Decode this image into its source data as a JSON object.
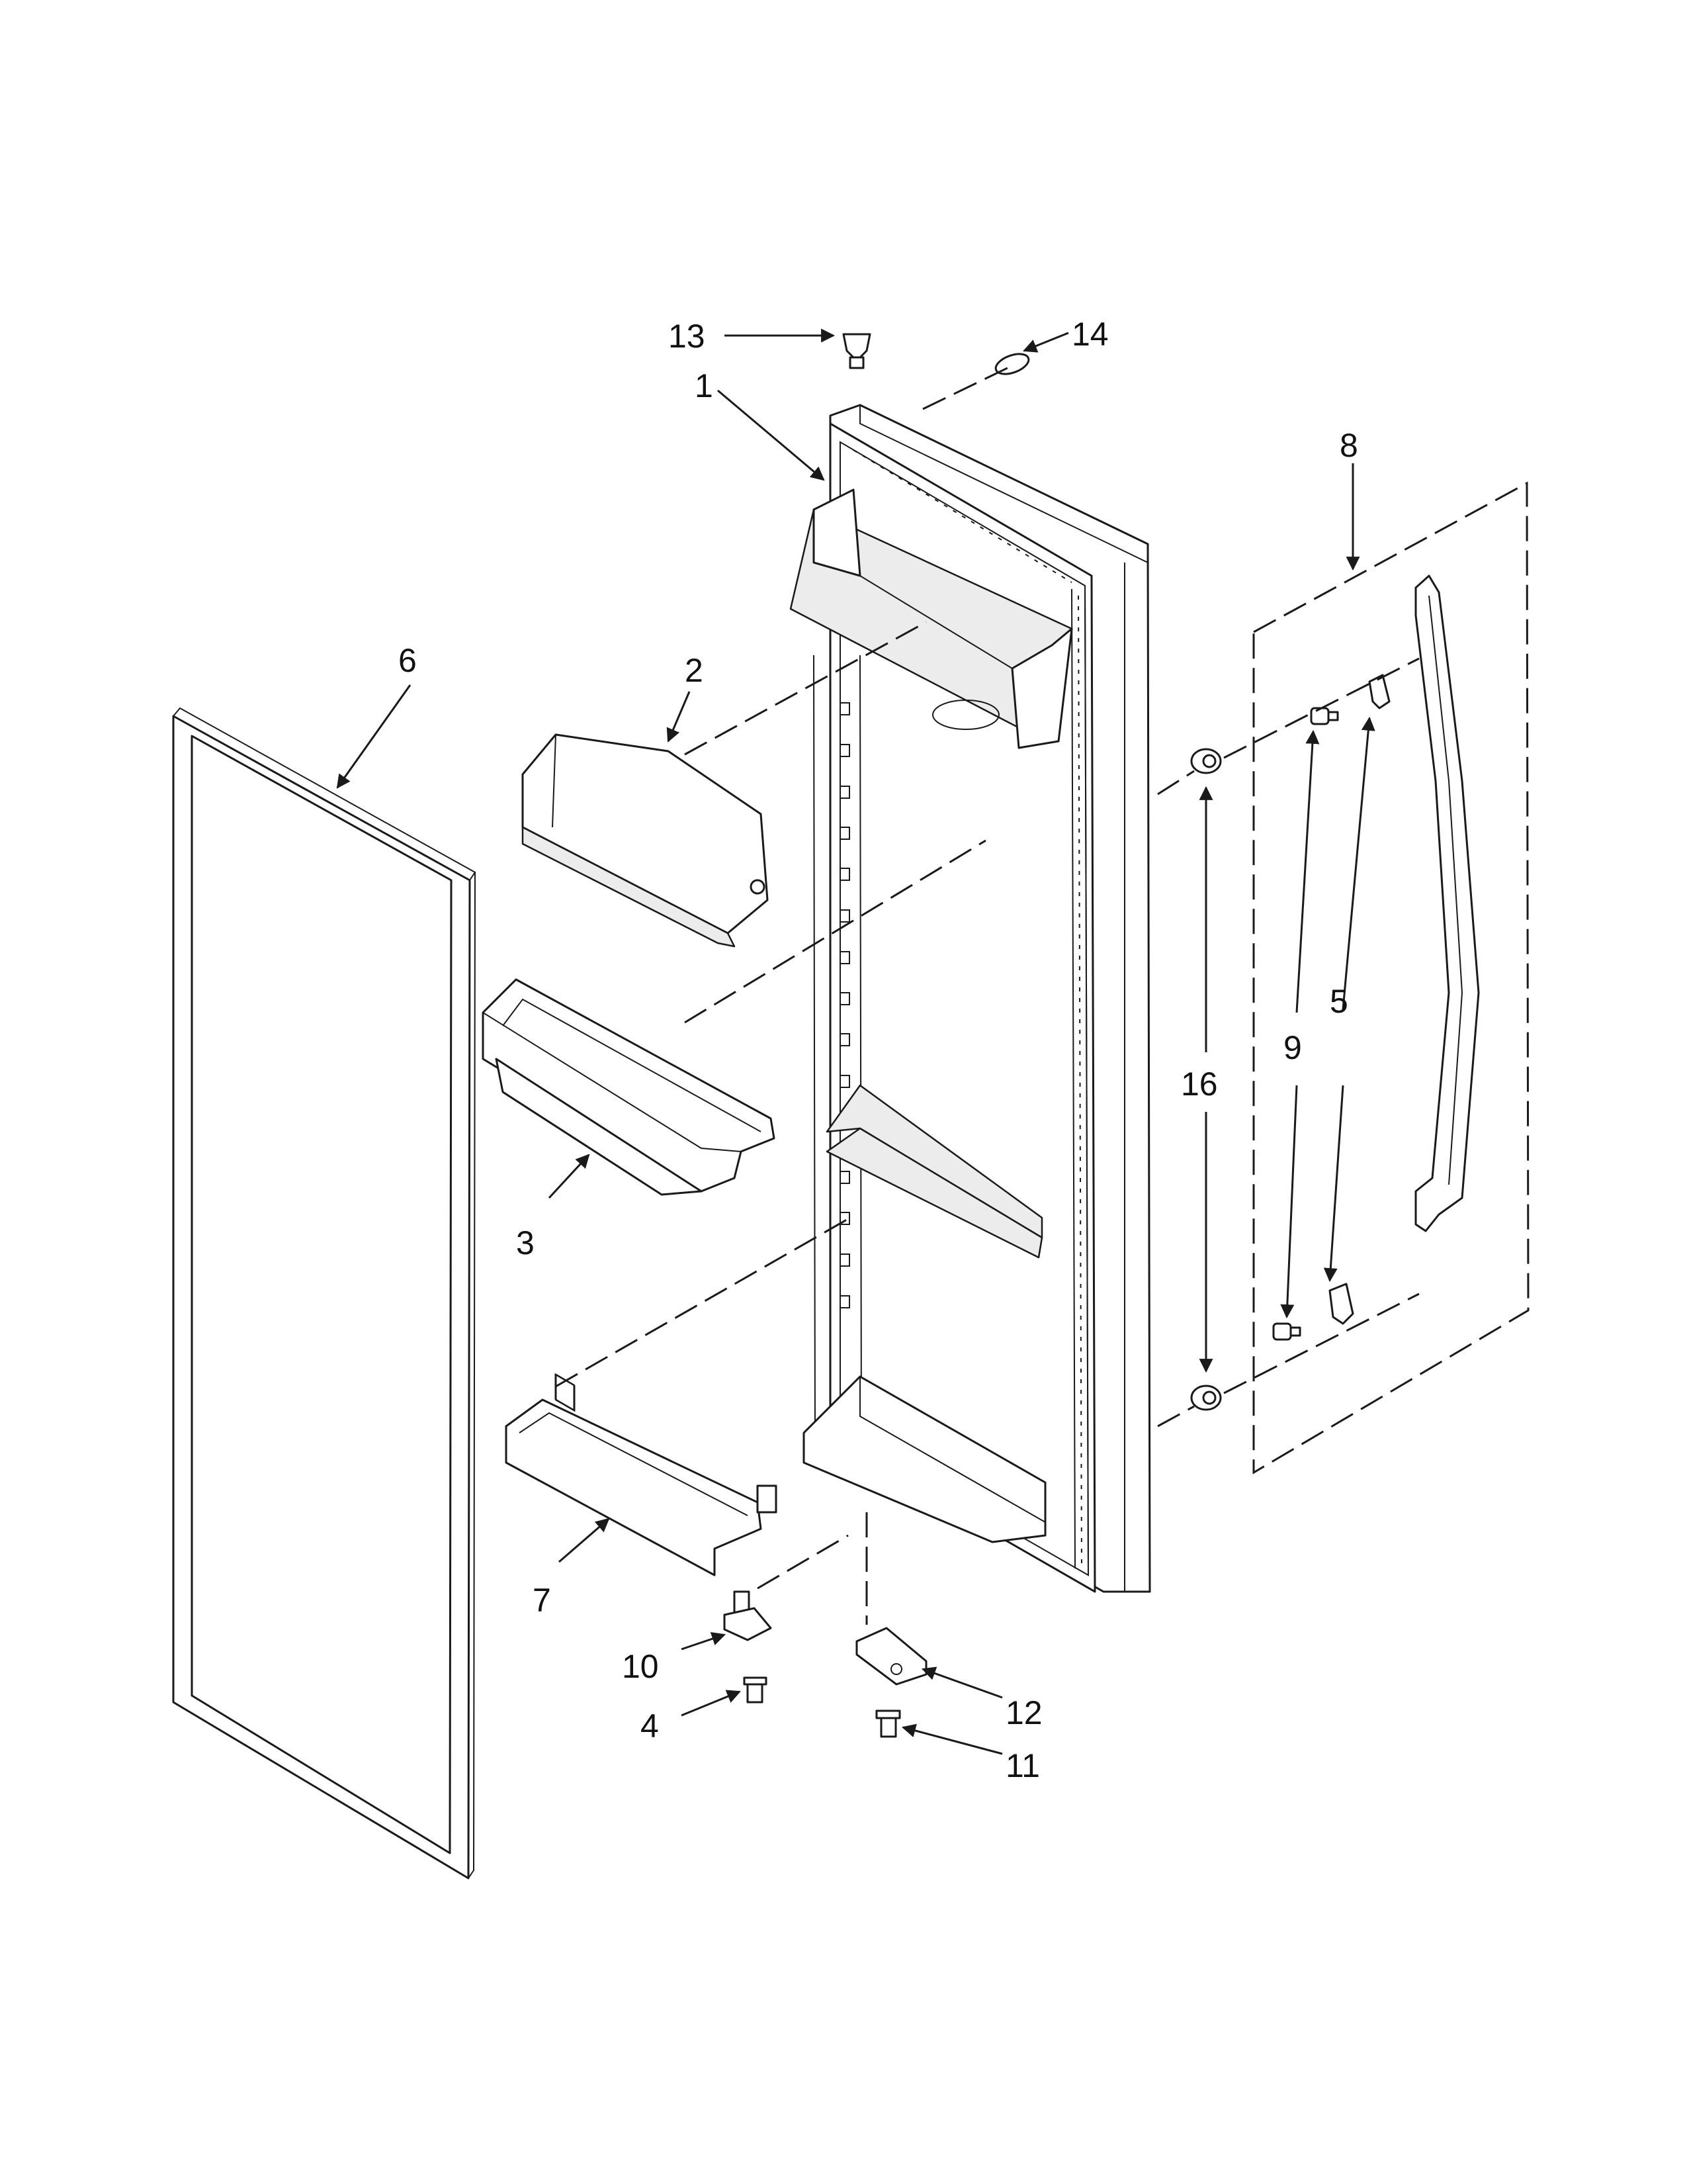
{
  "callouts": {
    "c1": "1",
    "c2": "2",
    "c3": "3",
    "c4": "4",
    "c5": "5",
    "c6": "6",
    "c7": "7",
    "c8": "8",
    "c9": "9",
    "c10": "10",
    "c11": "11",
    "c12": "12",
    "c13": "13",
    "c14": "14",
    "c16": "16"
  },
  "colors": {
    "line": "#1a1a1a",
    "background": "#ffffff",
    "shade": "#ececec"
  }
}
